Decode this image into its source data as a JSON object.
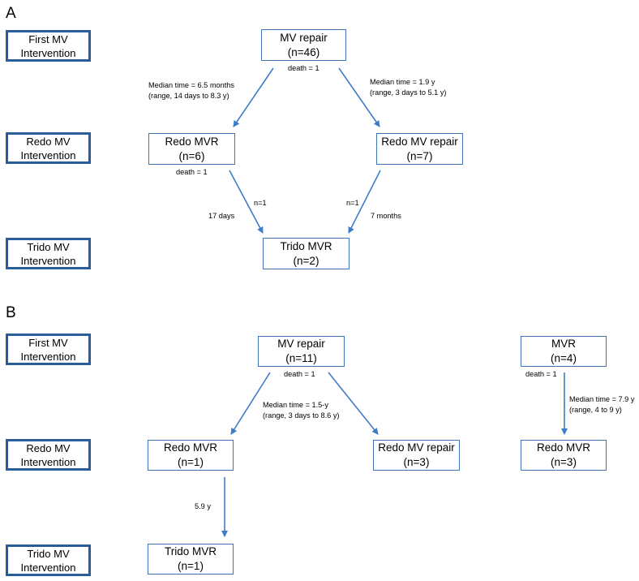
{
  "panel_a": {
    "letter": "A",
    "stages": {
      "first": [
        "First MV",
        "Intervention"
      ],
      "redo": [
        "Redo MV",
        "Intervention"
      ],
      "trido": [
        "Trido MV",
        "Intervention"
      ]
    },
    "nodes": {
      "mv_repair": [
        "MV repair",
        "(n=46)"
      ],
      "redo_mvr": [
        "Redo MVR",
        "(n=6)"
      ],
      "redo_mv_repair": [
        "Redo MV repair",
        "(n=7)"
      ],
      "trido_mvr": [
        "Trido MVR",
        "(n=2)"
      ]
    },
    "labels": {
      "death_mv_repair": "death = 1",
      "median_left_1": "Median time = 6.5 months",
      "median_left_2": "(range, 14 days to 8.3 y)",
      "median_right_1": "Median time = 1.9 y",
      "median_right_2": "(range, 3 days to 5.1 y)",
      "death_redo_mvr": "death = 1",
      "n1_left": "n=1",
      "days_left": "17 days",
      "n1_right": "n=1",
      "months_right": "7 months"
    }
  },
  "panel_b": {
    "letter": "B",
    "stages": {
      "first": [
        "First MV",
        "Intervention"
      ],
      "redo": [
        "Redo MV",
        "Intervention"
      ],
      "trido": [
        "Trido MV",
        "Intervention"
      ]
    },
    "nodes": {
      "mv_repair": [
        "MV repair",
        "(n=11)"
      ],
      "mvr": [
        "MVR",
        "(n=4)"
      ],
      "redo_mvr": [
        "Redo MVR",
        "(n=1)"
      ],
      "redo_mv_repair": [
        "Redo MV repair",
        "(n=3)"
      ],
      "redo_mvr_right": [
        "Redo MVR",
        "(n=3)"
      ],
      "trido_mvr": [
        "Trido MVR",
        "(n=1)"
      ]
    },
    "labels": {
      "death_mv_repair": "death = 1",
      "death_mvr": "death = 1",
      "median_mid_1": "Median time = 1.5-y",
      "median_mid_2": "(range, 3 days to 8.6 y)",
      "median_right_1": "Median time = 7.9 y",
      "median_right_2": "(range, 4 to 9 y)",
      "years_left": "5.9 y"
    }
  },
  "colors": {
    "stage_border": "#2a5b9b",
    "node_border": "#3f74b6",
    "arrow": "#3d7cc9"
  }
}
